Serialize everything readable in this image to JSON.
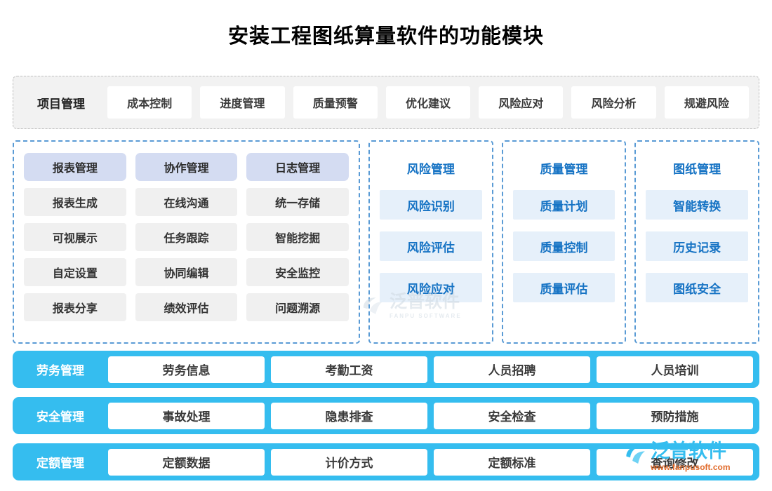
{
  "title": "安装工程图纸算量软件的功能模块",
  "top_band": {
    "lead_label": "项目管理",
    "chips": [
      "成本控制",
      "进度管理",
      "质量预警",
      "优化建议",
      "风险应对",
      "风险分析",
      "规避风险"
    ]
  },
  "panels": {
    "left": {
      "headers": [
        "报表管理",
        "协作管理",
        "日志管理"
      ],
      "rows": [
        [
          "报表生成",
          "在线沟通",
          "统一存储"
        ],
        [
          "可视展示",
          "任务跟踪",
          "智能挖掘"
        ],
        [
          "自定设置",
          "协同编辑",
          "安全监控"
        ],
        [
          "报表分享",
          "绩效评估",
          "问题溯源"
        ]
      ]
    },
    "columns": [
      {
        "title": "风险管理",
        "items": [
          "风险识别",
          "风险评估",
          "风险应对"
        ]
      },
      {
        "title": "质量管理",
        "items": [
          "质量计划",
          "质量控制",
          "质量评估"
        ]
      },
      {
        "title": "图纸管理",
        "items": [
          "智能转换",
          "历史记录",
          "图纸安全"
        ]
      }
    ]
  },
  "bars": [
    {
      "label": "劳务管理",
      "chips": [
        "劳务信息",
        "考勤工资",
        "人员招聘",
        "人员培训"
      ]
    },
    {
      "label": "安全管理",
      "chips": [
        "事故处理",
        "隐患排查",
        "安全检查",
        "预防措施"
      ]
    },
    {
      "label": "定额管理",
      "chips": [
        "定额数据",
        "计价方式",
        "定额标准",
        "查询修改"
      ]
    }
  ],
  "watermarks": {
    "center": {
      "text": "泛普软件",
      "sub": "FANPU SOFTWARE"
    },
    "corner": {
      "text": "泛普软件",
      "sub": "www.fanpusoft.com"
    }
  },
  "colors": {
    "accent_blue": "#35bdef",
    "panel_border": "#5a9bd5",
    "item_blue_text": "#1673c4",
    "item_blue_bg": "#e6f0fa",
    "header_chip_bg": "#d4dcf2",
    "plain_chip_bg": "#f0f0f0",
    "band_bg": "#f2f2f2"
  }
}
